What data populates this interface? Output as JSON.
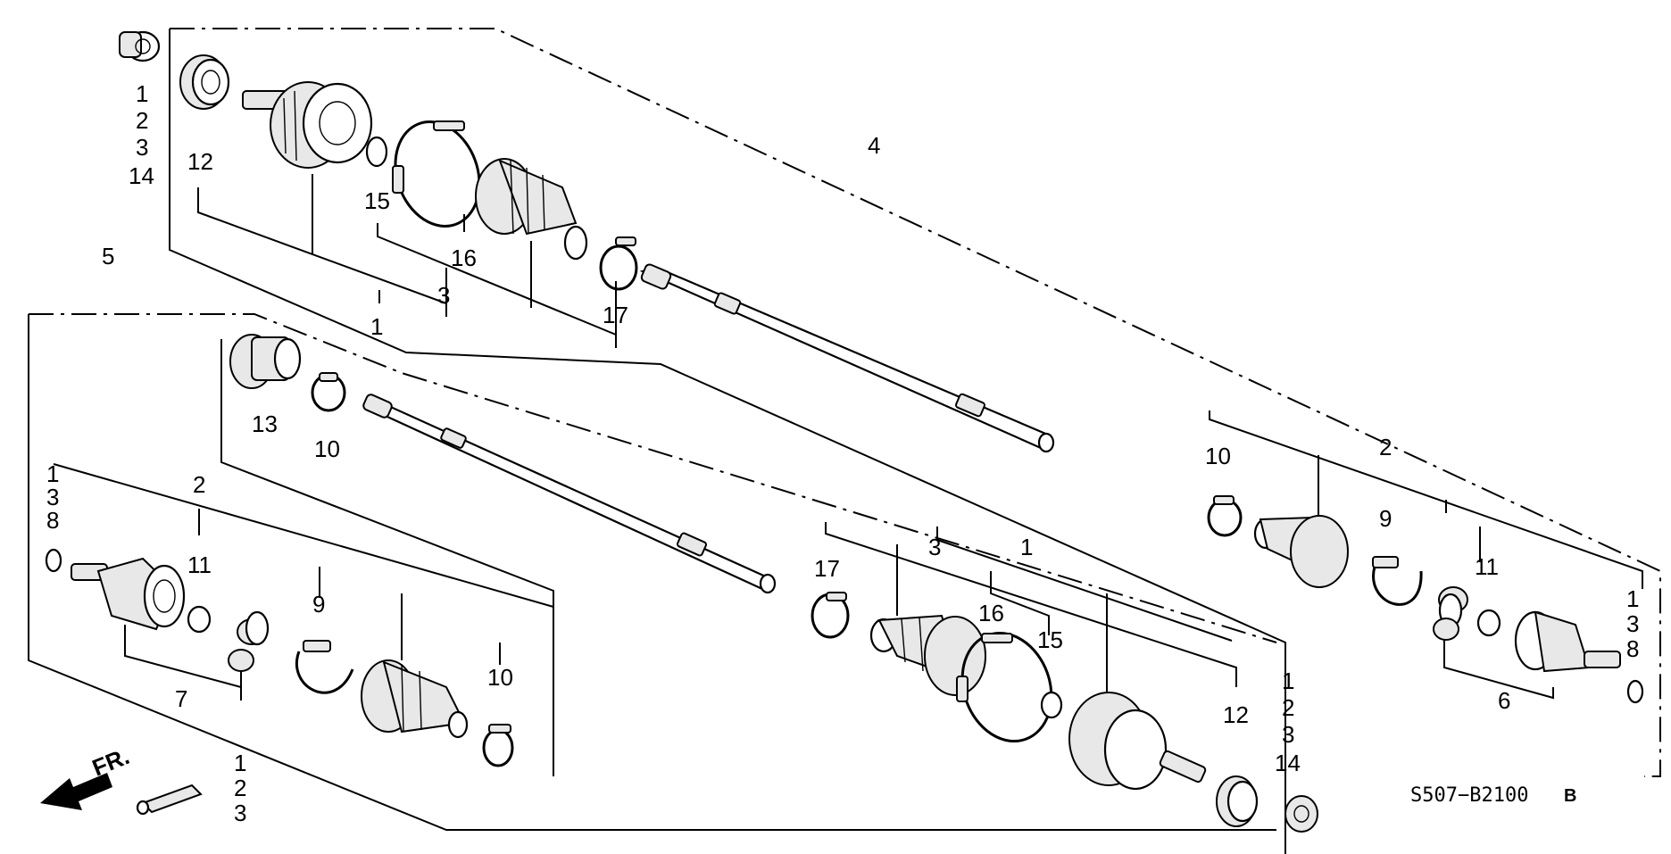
{
  "diagram_code": "S507−B2100",
  "diagram_code_suffix": "B",
  "direction_label": "FR.",
  "callouts": {
    "c4": "4",
    "c5": "5",
    "tl_1": "1",
    "tl_2": "2",
    "tl_3": "3",
    "tl_14": "14",
    "c12_top": "12",
    "c15_top": "15",
    "c16_top": "16",
    "c3_top": "3",
    "c1_top": "1",
    "c17_top": "17",
    "c13": "13",
    "c10_mid": "10",
    "l_1": "1",
    "l_3": "3",
    "l_8": "8",
    "c2_left": "2",
    "c11_left": "11",
    "c9_left": "9",
    "c10_left": "10",
    "c7": "7",
    "g_1": "1",
    "g_2": "2",
    "g_3": "3",
    "c17_bot": "17",
    "c3_bot": "3",
    "c1_bot": "1",
    "c16_bot": "16",
    "c15_bot": "15",
    "c12_bot": "12",
    "br_1": "1",
    "br_2": "2",
    "br_3": "3",
    "br_14": "14",
    "c10_right": "10",
    "c2_right": "2",
    "c9_right": "9",
    "c11_right": "11",
    "r_1": "1",
    "r_3": "3",
    "r_8": "8",
    "c6": "6"
  }
}
